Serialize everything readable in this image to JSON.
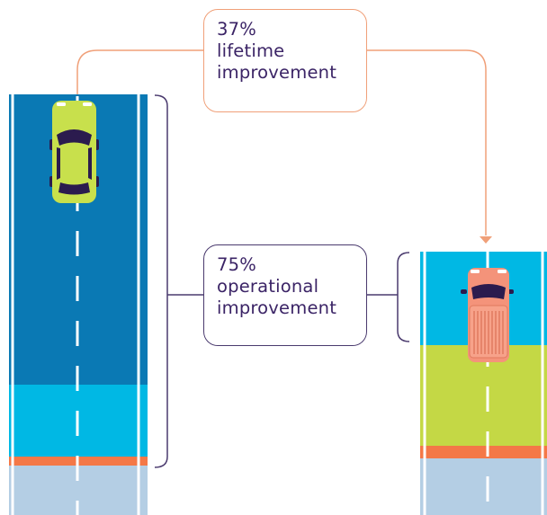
{
  "callouts": {
    "lifetime": {
      "value": "37%",
      "line1": "lifetime",
      "line2": "improvement",
      "color": "#f0a079"
    },
    "operational": {
      "value": "75%",
      "line1": "operational",
      "line2": "improvement",
      "color": "#4a3a6e"
    }
  },
  "colors": {
    "road_dark_blue": "#0a79b4",
    "road_light_blue": "#00b8e4",
    "grass_green": "#c4d845",
    "stripe_orange": "#f47847",
    "road_pale_blue": "#b4cee4",
    "car_green": "#c8e04c",
    "truck_orange": "#f4937a"
  },
  "icons": [
    "green-car-icon",
    "orange-truck-icon"
  ]
}
